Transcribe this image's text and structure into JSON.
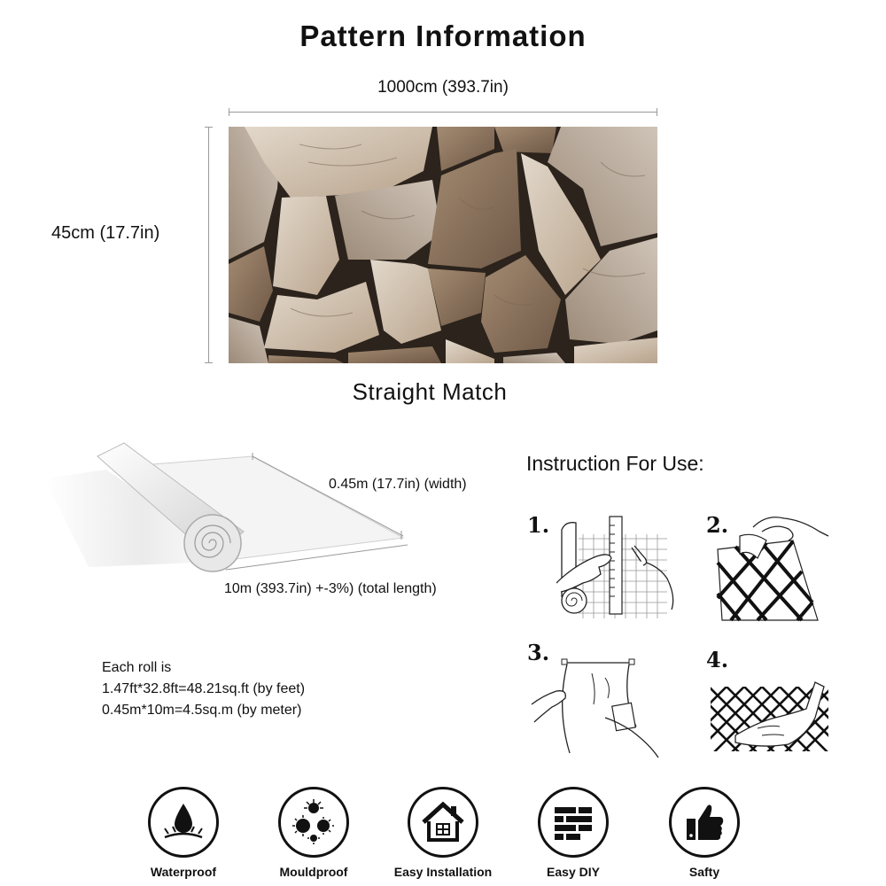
{
  "header": {
    "title": "Pattern Information",
    "width_label": "1000cm (393.7in)",
    "height_label": "45cm (17.7in)",
    "match_label": "Straight Match"
  },
  "roll": {
    "width_label": "0.45m (17.7in) (width)",
    "length_label": "10m (393.7in) +-3%) (total length)",
    "info_lines": [
      "Each roll is",
      "1.47ft*32.8ft=48.21sq.ft (by feet)",
      "0.45m*10m=4.5sq.m (by meter)"
    ]
  },
  "instructions": {
    "title": "Instruction For Use:",
    "steps": [
      "1.",
      "2.",
      "3.",
      "4."
    ]
  },
  "features": [
    {
      "label": "Waterproof",
      "icon": "water-drop-icon"
    },
    {
      "label": "Mouldproof",
      "icon": "mould-spores-icon"
    },
    {
      "label": "Easy Installation",
      "icon": "house-icon"
    },
    {
      "label": "Easy DIY",
      "icon": "brick-wall-icon"
    },
    {
      "label": "Safty",
      "icon": "thumbs-up-icon"
    }
  ],
  "colors": {
    "stone_light": "#d9cfc2",
    "stone_mid": "#a8927a",
    "stone_dark": "#6b5644",
    "stone_grout": "#2b231c",
    "line_gray": "#9a9a9a"
  }
}
